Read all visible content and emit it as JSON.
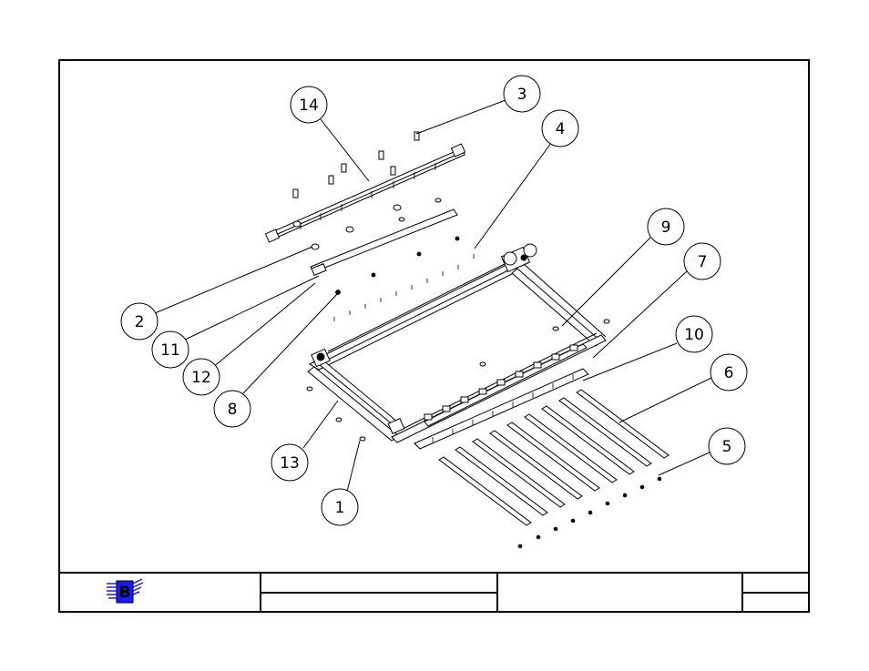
{
  "drawing": {
    "callouts": [
      {
        "id": "14",
        "label": "14"
      },
      {
        "id": "3",
        "label": "3"
      },
      {
        "id": "4",
        "label": "4"
      },
      {
        "id": "9",
        "label": "9"
      },
      {
        "id": "7",
        "label": "7"
      },
      {
        "id": "10",
        "label": "10"
      },
      {
        "id": "6",
        "label": "6"
      },
      {
        "id": "5",
        "label": "5"
      },
      {
        "id": "2",
        "label": "2"
      },
      {
        "id": "11",
        "label": "11"
      },
      {
        "id": "12",
        "label": "12"
      },
      {
        "id": "8",
        "label": "8"
      },
      {
        "id": "13",
        "label": "13"
      },
      {
        "id": "1",
        "label": "1"
      }
    ]
  },
  "title_block": {
    "logo_letter": "B",
    "logo_color": "#1a1aff",
    "cells": {
      "title_top": "",
      "title_bottom": "",
      "description": "",
      "rev_top": "",
      "rev_bottom": ""
    }
  }
}
